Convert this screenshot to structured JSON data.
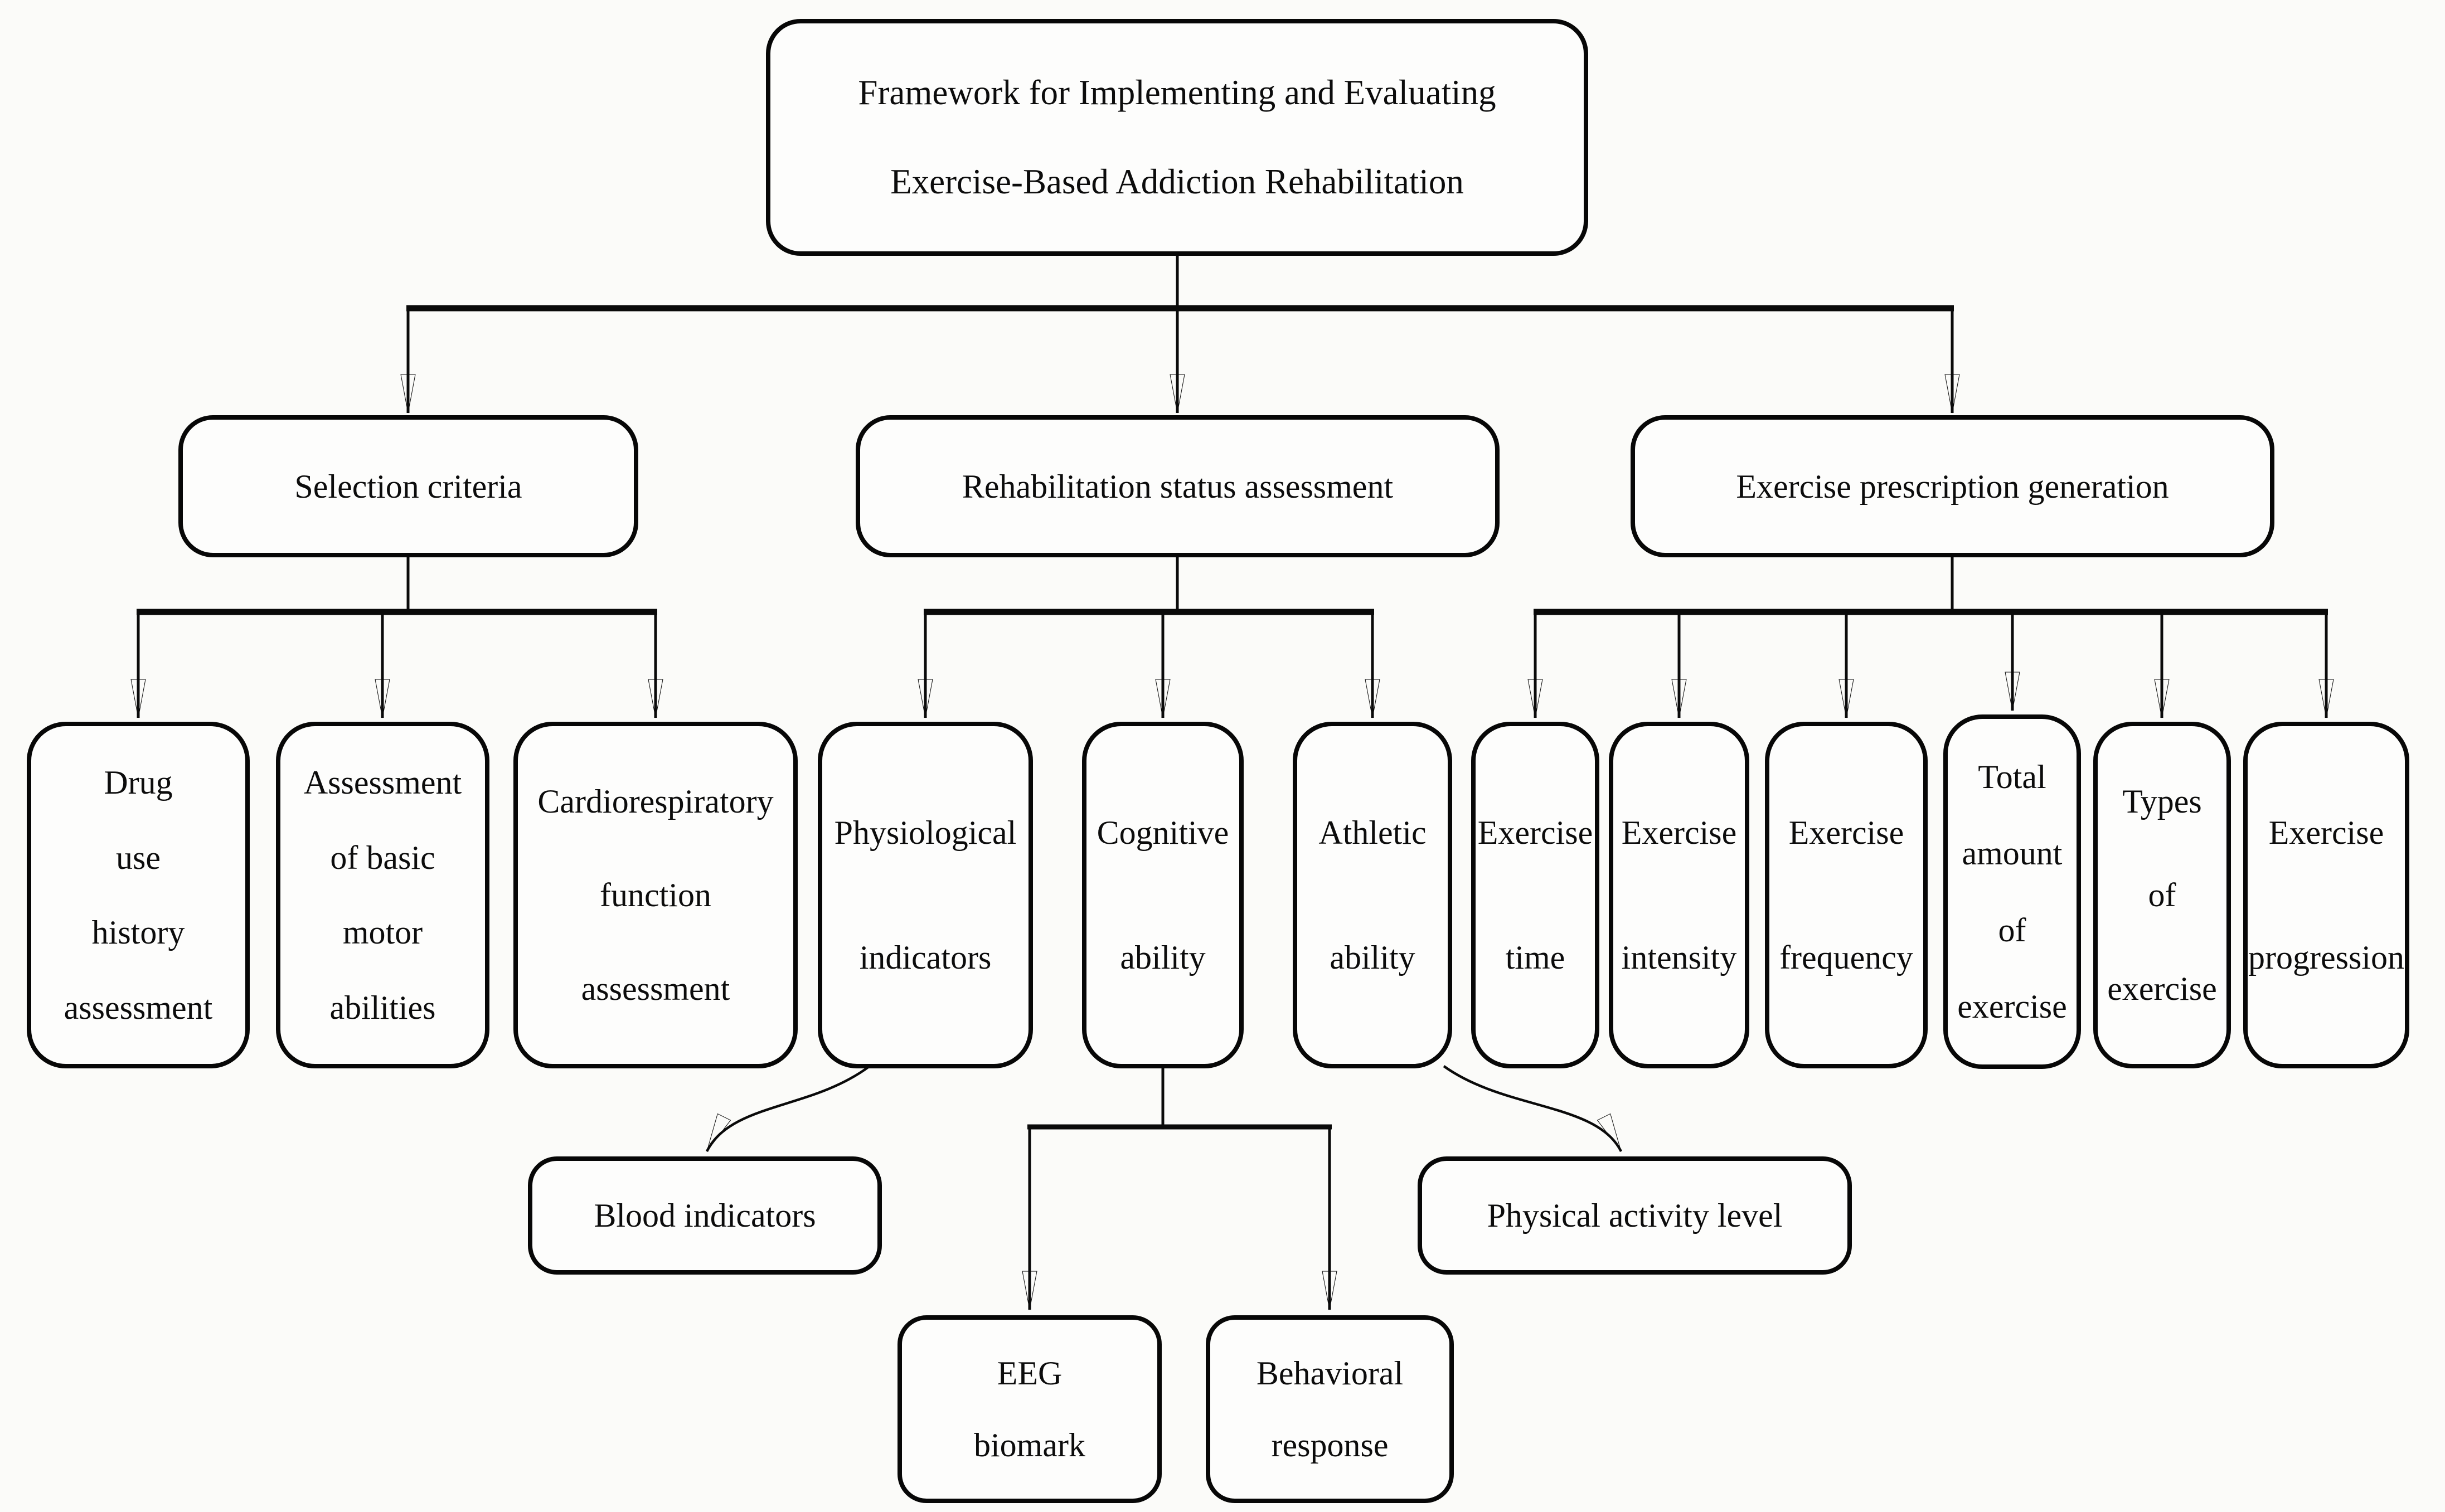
{
  "diagram": {
    "type": "flowchart",
    "title": "Framework for Implementing and Evaluating Exercise-Based Addiction Rehabilitation",
    "colors": {
      "stroke": "#0a0a0a",
      "background": "#fbfbf9",
      "box_fill": "#fdfdfc"
    }
  },
  "nodes": {
    "root": {
      "lines": [
        "Framework for Implementing and Evaluating",
        "Exercise-Based Addiction Rehabilitation"
      ]
    },
    "selection": {
      "lines": [
        "Selection criteria"
      ]
    },
    "rehab": {
      "lines": [
        "Rehabilitation status assessment"
      ]
    },
    "prescription": {
      "lines": [
        "Exercise prescription generation"
      ]
    },
    "drug": {
      "lines": [
        "Drug",
        "use",
        "history",
        "assessment"
      ]
    },
    "motor": {
      "lines": [
        "Assessment",
        "of basic",
        "motor",
        "abilities"
      ]
    },
    "cardio": {
      "lines": [
        "Cardiorespiratory",
        "function",
        "assessment"
      ]
    },
    "physio": {
      "lines": [
        "Physiological",
        "indicators"
      ]
    },
    "cognitive": {
      "lines": [
        "Cognitive",
        "ability"
      ]
    },
    "athletic": {
      "lines": [
        "Athletic",
        "ability"
      ]
    },
    "time": {
      "lines": [
        "Exercise",
        "time"
      ]
    },
    "intensity": {
      "lines": [
        "Exercise",
        "intensity"
      ]
    },
    "frequency": {
      "lines": [
        "Exercise",
        "frequency"
      ]
    },
    "total": {
      "lines": [
        "Total",
        "amount",
        "of",
        "exercise"
      ]
    },
    "types": {
      "lines": [
        "Types",
        "of",
        "exercise"
      ]
    },
    "progression": {
      "lines": [
        "Exercise",
        "progression"
      ]
    },
    "blood": {
      "lines": [
        "Blood indicators"
      ]
    },
    "pal": {
      "lines": [
        "Physical activity level"
      ]
    },
    "eeg": {
      "lines": [
        "EEG",
        "biomark"
      ]
    },
    "behavioral": {
      "lines": [
        "Behavioral",
        "response"
      ]
    }
  },
  "edges": [
    {
      "from": "root",
      "to": "selection",
      "style": "elbow-arrow"
    },
    {
      "from": "root",
      "to": "rehab",
      "style": "elbow-arrow"
    },
    {
      "from": "root",
      "to": "prescription",
      "style": "elbow-arrow"
    },
    {
      "from": "selection",
      "to": "drug",
      "style": "elbow-arrow"
    },
    {
      "from": "selection",
      "to": "motor",
      "style": "elbow-arrow"
    },
    {
      "from": "selection",
      "to": "cardio",
      "style": "elbow-arrow"
    },
    {
      "from": "rehab",
      "to": "physio",
      "style": "elbow-arrow"
    },
    {
      "from": "rehab",
      "to": "cognitive",
      "style": "elbow-arrow"
    },
    {
      "from": "rehab",
      "to": "athletic",
      "style": "elbow-arrow"
    },
    {
      "from": "prescription",
      "to": "time",
      "style": "elbow-arrow"
    },
    {
      "from": "prescription",
      "to": "intensity",
      "style": "elbow-arrow"
    },
    {
      "from": "prescription",
      "to": "frequency",
      "style": "elbow-arrow"
    },
    {
      "from": "prescription",
      "to": "total",
      "style": "elbow-arrow"
    },
    {
      "from": "prescription",
      "to": "types",
      "style": "elbow-arrow"
    },
    {
      "from": "prescription",
      "to": "progression",
      "style": "elbow-arrow"
    },
    {
      "from": "physio",
      "to": "blood",
      "style": "curved-arrow"
    },
    {
      "from": "cognitive",
      "to": "eeg",
      "style": "elbow-arrow"
    },
    {
      "from": "cognitive",
      "to": "behavioral",
      "style": "elbow-arrow"
    },
    {
      "from": "athletic",
      "to": "pal",
      "style": "curved-arrow"
    }
  ]
}
